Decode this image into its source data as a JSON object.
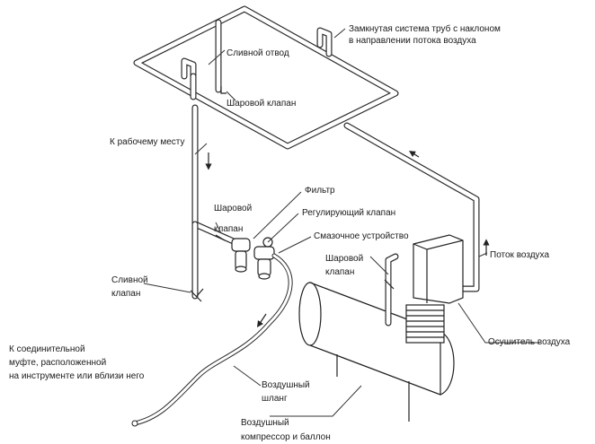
{
  "labels": {
    "closed_system_line1": "Замкнутая система труб с наклоном",
    "closed_system_line2": "в направлении потока воздуха",
    "drain_branch": "Сливной отвод",
    "ball_valve_top": "Шаровой клапан",
    "to_workplace": "К рабочему месту",
    "filter": "Фильтр",
    "ball_valve_mid_line1": "Шаровой",
    "ball_valve_mid_line2": "клапан",
    "regulator": "Регулирующий клапан",
    "lubricator": "Смазочное устройство",
    "ball_valve_right_line1": "Шаровой",
    "ball_valve_right_line2": "клапан",
    "air_flow": "Поток воздуха",
    "drain_valve_line1": "Сливной",
    "drain_valve_line2": "клапан",
    "coupling_line1": "К соединительной",
    "coupling_line2": "муфте, расположенной",
    "coupling_line3": "на инструменте или вблизи него",
    "air_hose_line1": "Воздушный",
    "air_hose_line2": "шланг",
    "air_dryer": "Осушитель воздуха",
    "compressor_line1": "Воздушный",
    "compressor_line2": "компрессор и баллон"
  }
}
